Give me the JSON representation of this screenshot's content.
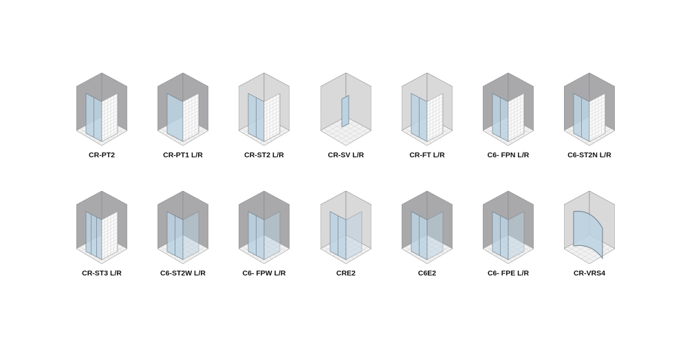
{
  "colors": {
    "wall_dark": "#a9a9ab",
    "wall_light": "#d9d9da",
    "floor": "#f1f1f1",
    "glass": "#bcd3e2",
    "frame": "#6f7f8c",
    "tile_line": "#c9c9c9",
    "label": "#111111"
  },
  "rows": [
    [
      {
        "label": "CR-PT2",
        "icon": "shower-enclosure-side-panel-icon",
        "walls": "dark",
        "tiled": true,
        "doors": 2,
        "style": "corner"
      },
      {
        "label": "CR-PT1 L/R",
        "icon": "shower-enclosure-side-panel-icon",
        "walls": "dark",
        "tiled": true,
        "doors": 1,
        "style": "corner"
      },
      {
        "label": "CR-ST2 L/R",
        "icon": "shower-enclosure-niche-sliding-icon",
        "walls": "light",
        "tiled": true,
        "doors": 2,
        "style": "niche"
      },
      {
        "label": "CR-SV L/R",
        "icon": "shower-enclosure-single-door-icon",
        "walls": "light",
        "tiled": false,
        "doors": 1,
        "style": "single"
      },
      {
        "label": "CR-FT L/R",
        "icon": "shower-enclosure-niche-folding-icon",
        "walls": "light",
        "tiled": true,
        "doors": 2,
        "style": "niche"
      },
      {
        "label": "C6- FPN L/R",
        "icon": "shower-enclosure-side-panel-icon",
        "walls": "dark",
        "tiled": true,
        "doors": 2,
        "style": "corner"
      },
      {
        "label": "C6-ST2N L/R",
        "icon": "shower-enclosure-side-panel-icon",
        "walls": "dark",
        "tiled": true,
        "doors": 2,
        "style": "corner"
      }
    ],
    [
      {
        "label": "CR-ST3 L/R",
        "icon": "shower-enclosure-side-panel-icon",
        "walls": "dark",
        "tiled": true,
        "doors": 3,
        "style": "corner"
      },
      {
        "label": "C6-ST2W L/R",
        "icon": "shower-enclosure-corner-icon",
        "walls": "dark",
        "tiled": false,
        "doors": 2,
        "style": "open"
      },
      {
        "label": "C6- FPW L/R",
        "icon": "shower-enclosure-corner-icon",
        "walls": "dark",
        "tiled": false,
        "doors": 2,
        "style": "open"
      },
      {
        "label": "CRE2",
        "icon": "shower-enclosure-square-corner-icon",
        "walls": "light",
        "tiled": false,
        "doors": 2,
        "style": "square"
      },
      {
        "label": "C6E2",
        "icon": "shower-enclosure-square-corner-icon",
        "walls": "dark",
        "tiled": false,
        "doors": 2,
        "style": "open"
      },
      {
        "label": "C6- FPE L/R",
        "icon": "shower-enclosure-square-corner-icon",
        "walls": "dark",
        "tiled": false,
        "doors": 2,
        "style": "open"
      },
      {
        "label": "CR-VRS4",
        "icon": "shower-enclosure-quadrant-icon",
        "walls": "light",
        "tiled": false,
        "doors": 4,
        "style": "quadrant"
      }
    ]
  ]
}
